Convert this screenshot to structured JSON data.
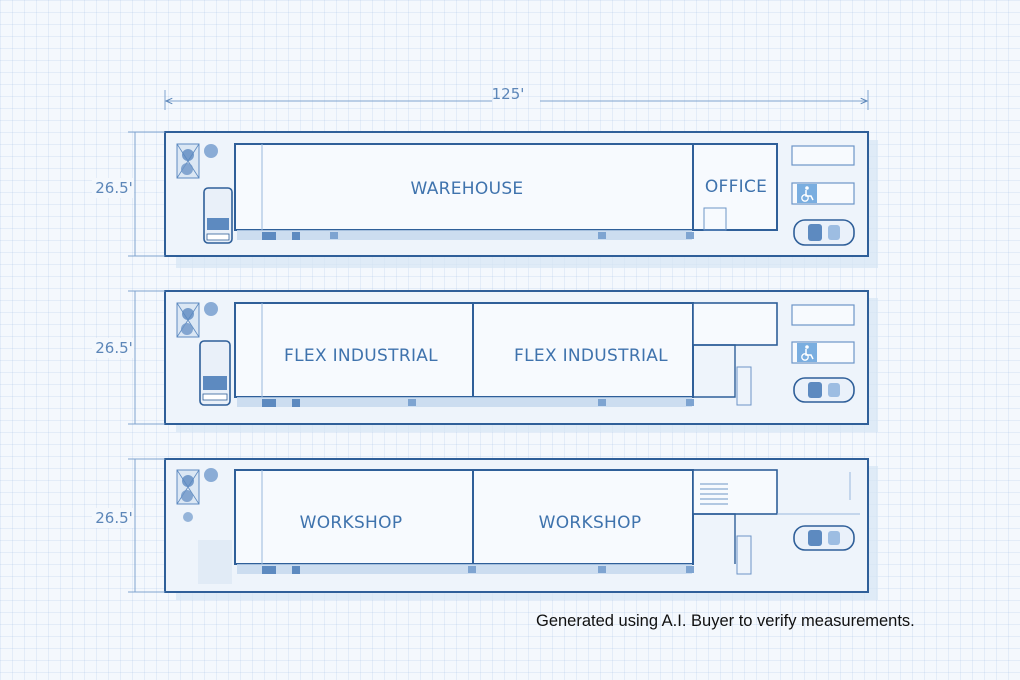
{
  "overall_width_label": "125'",
  "plans": [
    {
      "depth_label": "26.5'",
      "rooms": [
        "WAREHOUSE",
        "OFFICE"
      ],
      "has_accessible_parking": true,
      "has_van": true,
      "has_car": true
    },
    {
      "depth_label": "26.5'",
      "rooms": [
        "FLEX INDUSTRIAL",
        "FLEX INDUSTRIAL"
      ],
      "has_accessible_parking": true,
      "has_van": true,
      "has_car": true
    },
    {
      "depth_label": "26.5'",
      "rooms": [
        "WORKSHOP",
        "WORKSHOP"
      ],
      "has_accessible_parking": false,
      "has_van": false,
      "has_car": true
    }
  ],
  "icons": [
    "tree-icon",
    "van-icon",
    "car-icon",
    "wheelchair-icon"
  ],
  "colors": {
    "line": "#2f5f99",
    "text": "#3f73ad",
    "fill": "#eef4fb",
    "shadow": "#cfdff0"
  },
  "caption": "Generated using A.I. Buyer to verify measurements."
}
